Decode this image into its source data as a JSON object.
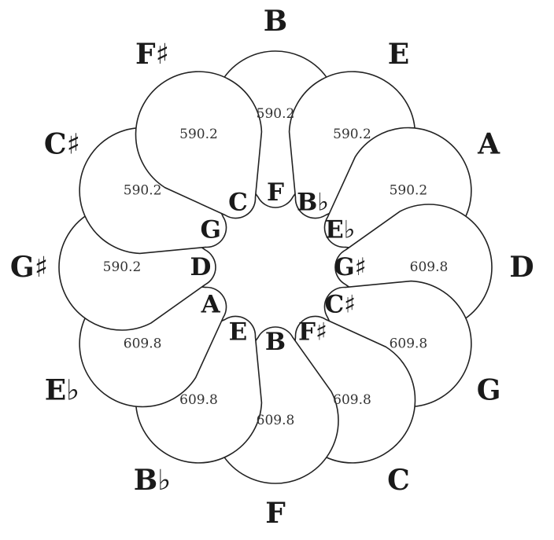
{
  "colors": {
    "stroke": "#222222",
    "fill": "#ffffff",
    "text": "#1a1a1a"
  },
  "petals": [
    {
      "outer": "B",
      "inner": "F",
      "value": "590.2"
    },
    {
      "outer": "E",
      "inner": "B♭",
      "value": "590.2"
    },
    {
      "outer": "A",
      "inner": "E♭",
      "value": "590.2"
    },
    {
      "outer": "D",
      "inner": "G♯",
      "value": "609.8"
    },
    {
      "outer": "G",
      "inner": "C♯",
      "value": "609.8"
    },
    {
      "outer": "C",
      "inner": "F♯",
      "value": "609.8"
    },
    {
      "outer": "F",
      "inner": "B",
      "value": "609.8"
    },
    {
      "outer": "B♭",
      "inner": "E",
      "value": "609.8"
    },
    {
      "outer": "E♭",
      "inner": "A",
      "value": "609.8"
    },
    {
      "outer": "G♯",
      "inner": "D",
      "value": "590.2"
    },
    {
      "outer": "C♯",
      "inner": "G",
      "value": "590.2"
    },
    {
      "outer": "F♯",
      "inner": "C",
      "value": "590.2"
    }
  ]
}
